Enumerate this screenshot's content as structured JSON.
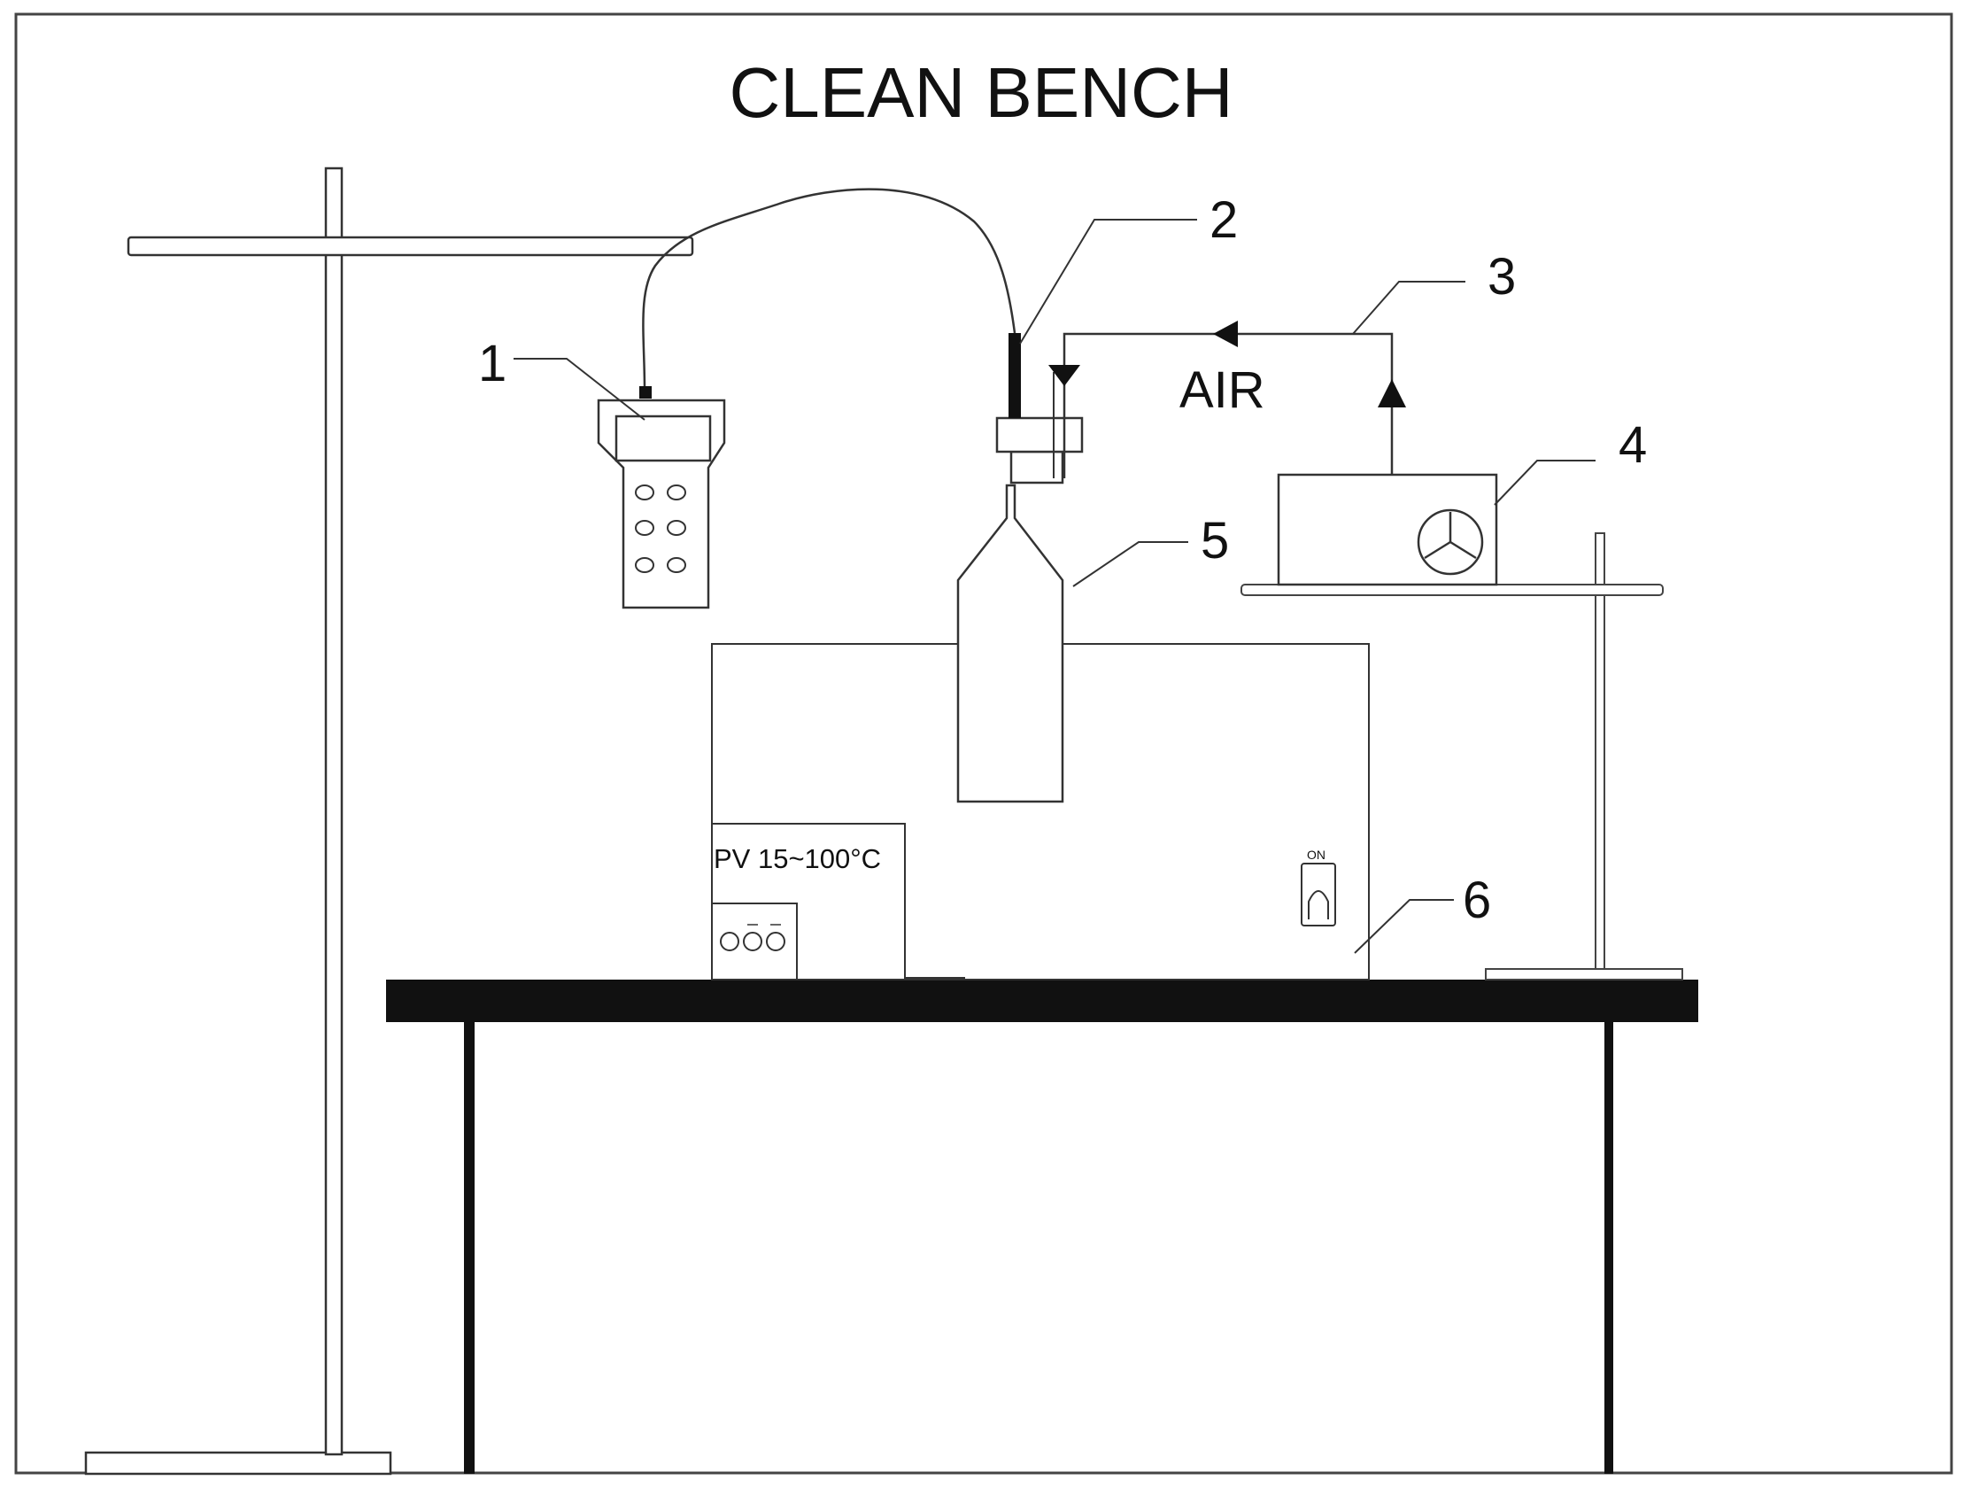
{
  "diagram": {
    "title": "CLEAN BENCH",
    "labels": {
      "n1": "1",
      "n2": "2",
      "n3": "3",
      "n4": "4",
      "n5": "5",
      "n6": "6"
    },
    "air_label": "AIR",
    "bath_display": "PV 15~100°C",
    "switch_label": "ON"
  }
}
